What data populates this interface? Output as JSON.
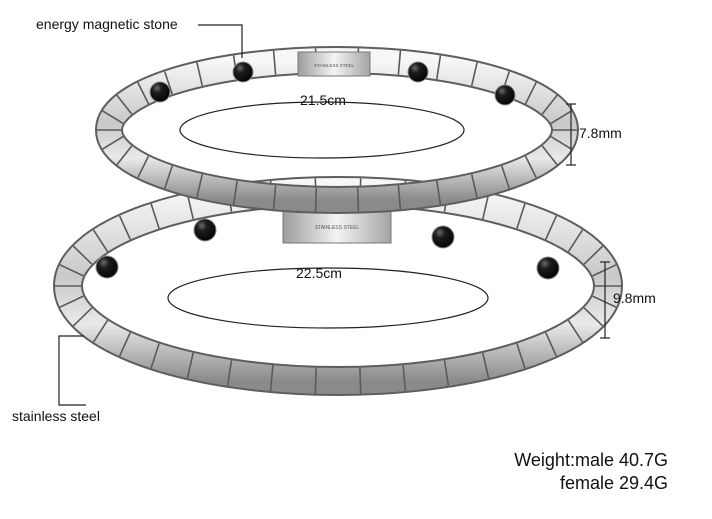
{
  "labels": {
    "stone": "energy magnetic stone",
    "steel": "stainless steel",
    "top_diameter": "21.5cm",
    "top_width": "7.8mm",
    "bottom_diameter": "22.5cm",
    "bottom_width": "9.8mm"
  },
  "clasp_text": {
    "top": "STAINLESS STEEL",
    "bottom": "STAINLESS STEEL"
  },
  "weight": {
    "male": "Weight:male 40.7G",
    "female": "female 29.4G"
  },
  "colors": {
    "steel_light": "#f2f2f2",
    "steel_mid": "#b9b9b9",
    "steel_dark": "#6f6f6f",
    "stone": "#141414",
    "line": "#222222"
  }
}
